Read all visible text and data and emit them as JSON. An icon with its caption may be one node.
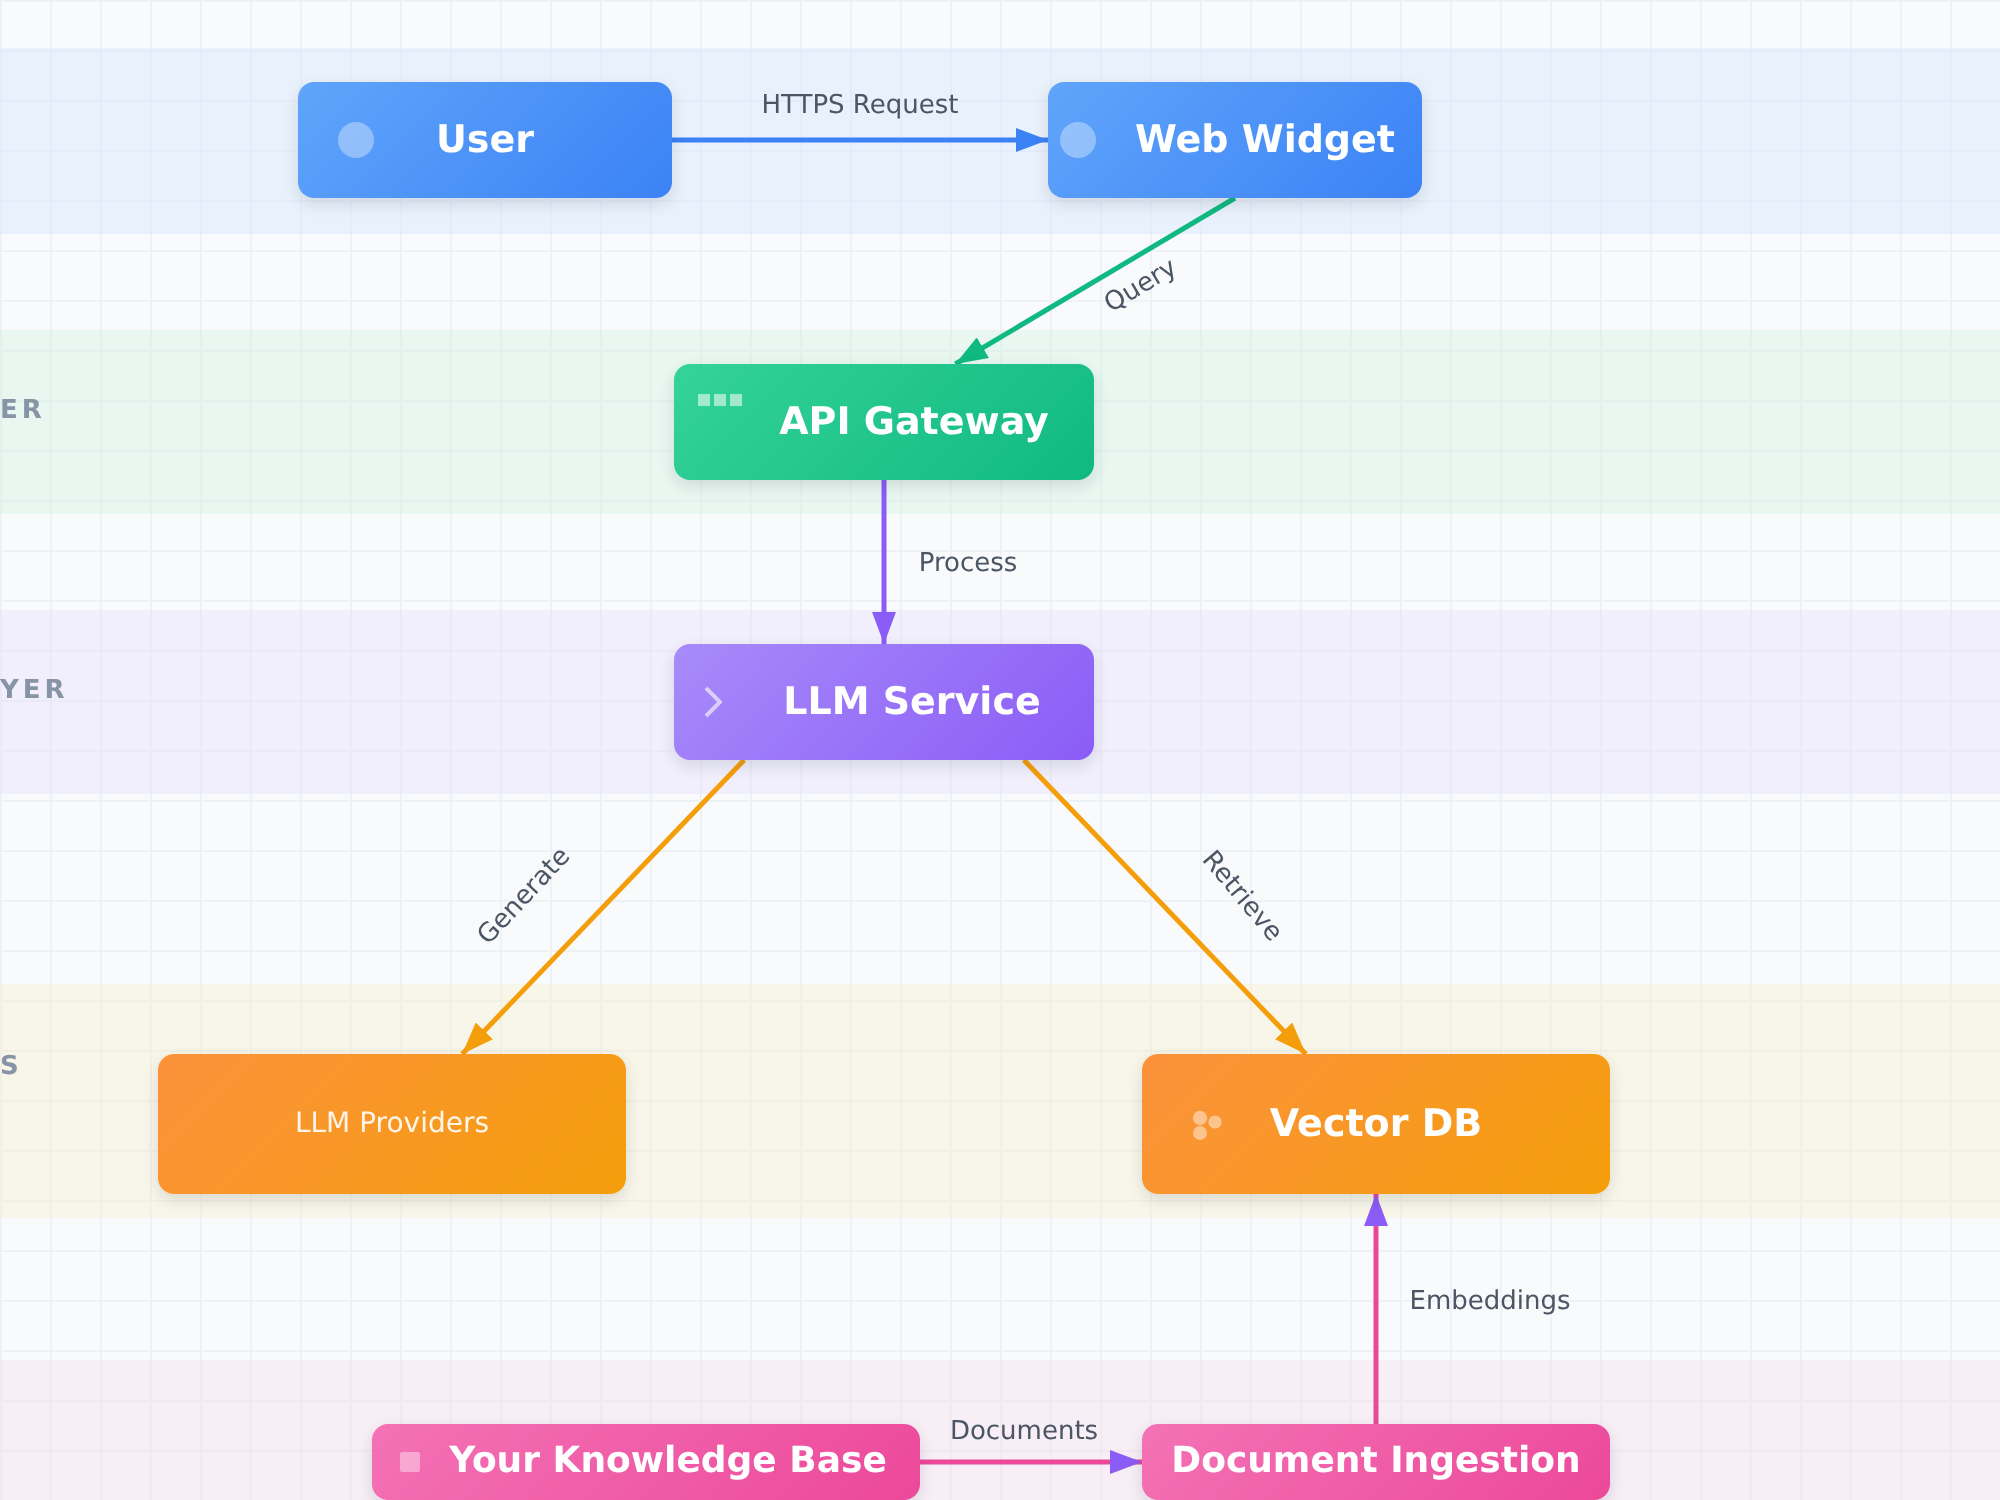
{
  "diagram": {
    "nodes": [
      {
        "text": [],
        "shape": "band"
      },
      {
        "text": [
          "User"
        ],
        "in": 0
      },
      {
        "text": [
          "Web Widget"
        ],
        "in": 0
      },
      {
        "text": [
          "ER"
        ]
      },
      {
        "text": [
          "API Gateway"
        ],
        "in": 3
      },
      {
        "text": [
          "YER"
        ]
      },
      {
        "text": [
          "LLM Service"
        ],
        "in": 5
      },
      {
        "text": [
          "S"
        ]
      },
      {
        "text": [
          "LLM Providers"
        ],
        "in": 7
      },
      {
        "text": [
          "Vector DB"
        ],
        "in": 7
      },
      {
        "text": [],
        "shape": "band"
      },
      {
        "text": [
          "Your Knowledge Base"
        ],
        "in": 10
      },
      {
        "text": [
          "Document Ingestion"
        ],
        "in": 10
      }
    ],
    "edges": [
      {
        "from": 1,
        "to": 2,
        "arrow": "to",
        "label": "HTTPS Request",
        "color": "#3b82f6"
      },
      {
        "from": 2,
        "to": 4,
        "arrow": "to",
        "label": "Query",
        "color": "#10b981"
      },
      {
        "from": 4,
        "to": 6,
        "arrow": "to",
        "label": "Process",
        "color": "#8b5cf6"
      },
      {
        "from": 6,
        "to": 8,
        "arrow": "to",
        "label": "Generate",
        "color": "#f59e0b"
      },
      {
        "from": 6,
        "to": 9,
        "arrow": "to",
        "label": "Retrieve",
        "color": "#f59e0b"
      },
      {
        "from": 11,
        "to": 12,
        "arrow": "to",
        "label": "Documents",
        "color": "#ec4899"
      },
      {
        "from": 12,
        "to": 9,
        "arrow": "to",
        "label": "Embeddings",
        "color": "#ec4899"
      }
    ]
  }
}
